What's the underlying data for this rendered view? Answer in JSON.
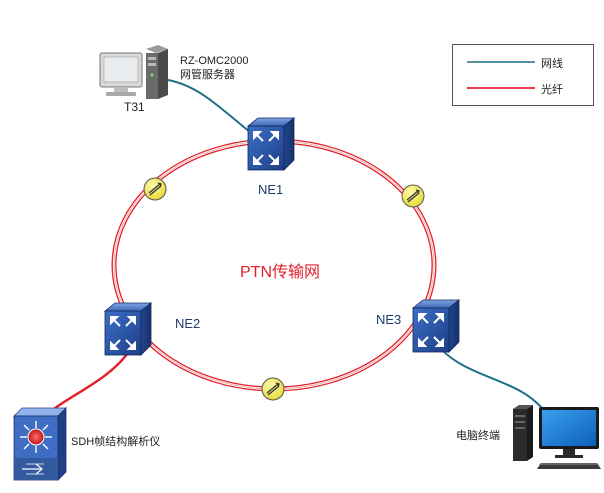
{
  "diagram": {
    "title": "PTN传输网",
    "legend": {
      "items": [
        {
          "label": "网线",
          "color": "#1f6f86"
        },
        {
          "label": "光纤",
          "color": "#e0202a"
        }
      ]
    },
    "nodes": {
      "server": {
        "line1": "RZ-OMC2000",
        "line2": "网管服务器",
        "id_label": "T31"
      },
      "ne1": {
        "label": "NE1"
      },
      "ne2": {
        "label": "NE2"
      },
      "ne3": {
        "label": "NE3"
      },
      "sdh": {
        "label": "SDH帧结构解析仪"
      },
      "terminal": {
        "label": "电脑终端"
      }
    },
    "colors": {
      "ring_outer": "#e0202a",
      "ring_inner": "#f3a0a0",
      "ethernet": "#1f6f86",
      "fiber": "#e0202a",
      "switch_dark": "#1d3f86",
      "switch_light": "#4f7fd0",
      "coupler": "#f2ec55"
    }
  }
}
